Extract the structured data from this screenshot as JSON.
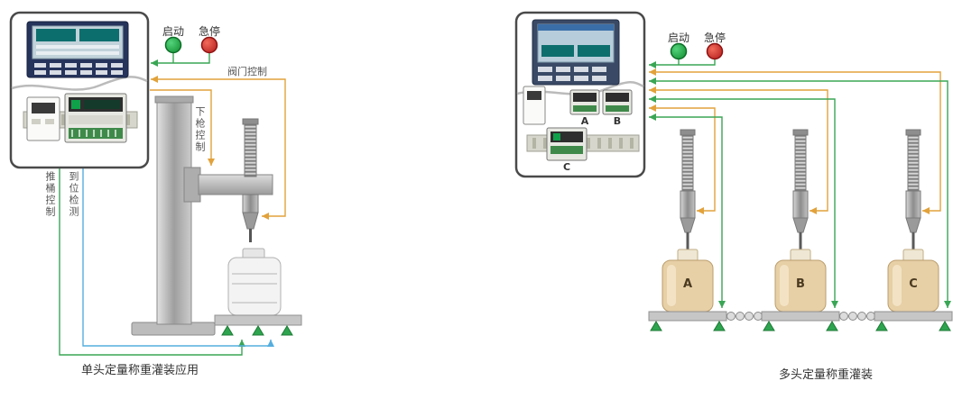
{
  "colors": {
    "green_line": "#3aa655",
    "orange_line": "#e2a23b",
    "blue_line": "#55aede",
    "start_button": "#169b3b",
    "stop_button": "#d62b2b",
    "sensor_triangle": "#2ea44f"
  },
  "left": {
    "caption": "单头定量称重灌装应用",
    "start_label": "启动",
    "stop_label": "急停",
    "valve_control_label": "阀门控制",
    "gun_down_control_label": "下枪控制",
    "push_barrel_control_label": "推桶控制",
    "in_place_detection_label": "到位检测"
  },
  "right": {
    "caption": "多头定量称重灌装",
    "start_label": "启动",
    "stop_label": "急停",
    "module_labels": {
      "a": "A",
      "b": "B",
      "c": "C"
    },
    "barrel_labels": {
      "a": "A",
      "b": "B",
      "c": "C"
    }
  }
}
